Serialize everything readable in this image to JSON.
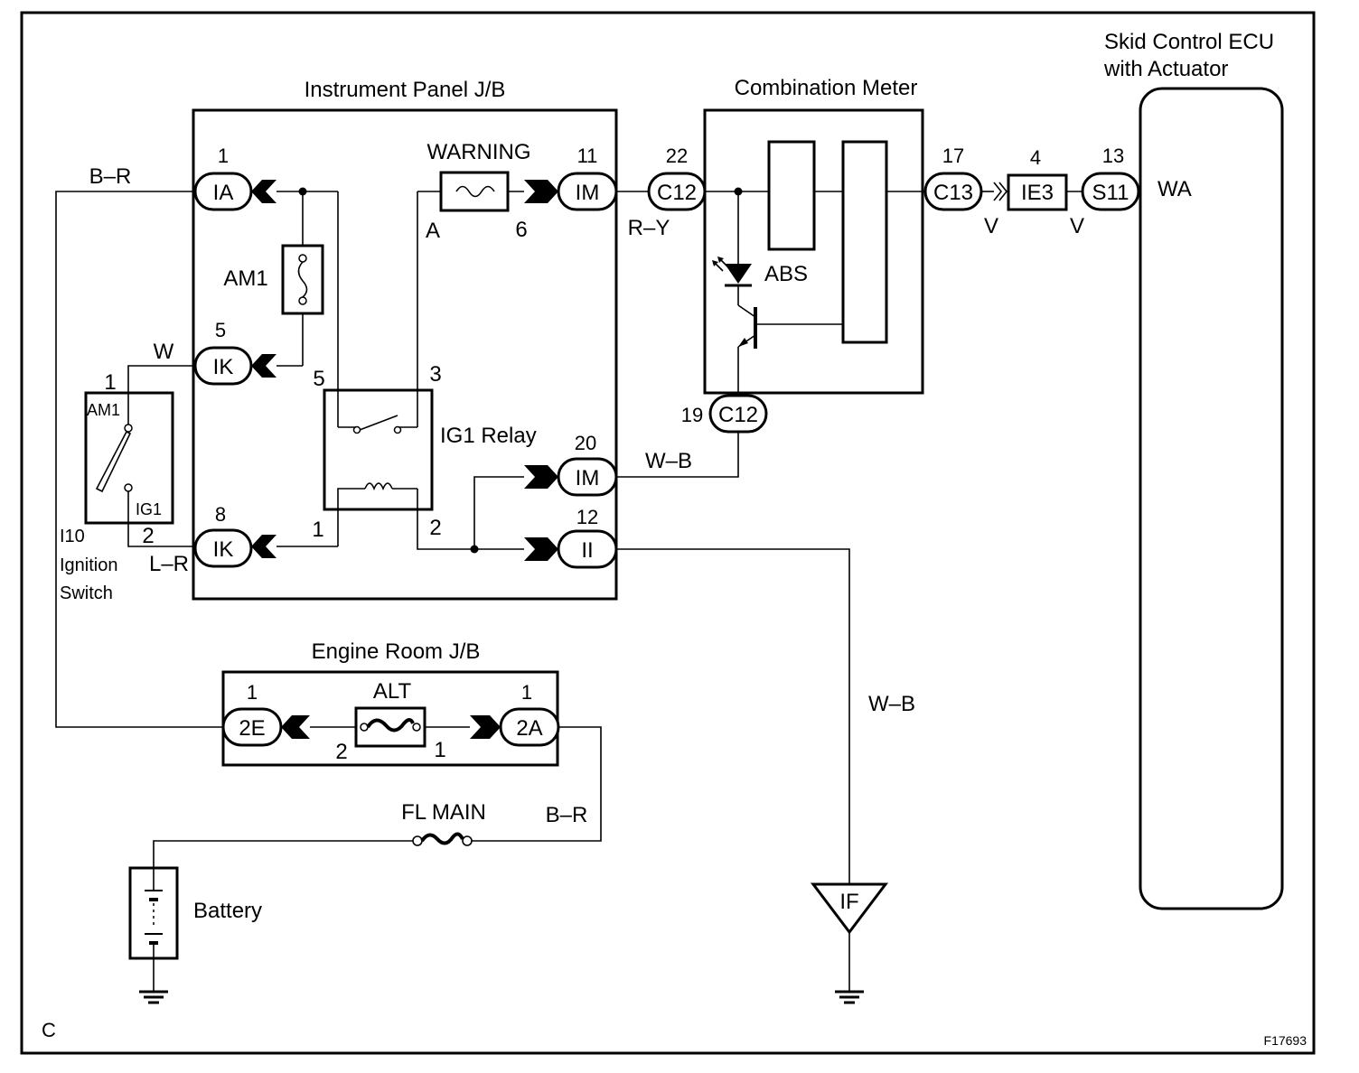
{
  "diagram": {
    "corner_code": "C",
    "figure_id": "F17693",
    "blocks": {
      "instrument_panel_jb": "Instrument Panel J/B",
      "combination_meter": "Combination Meter",
      "skid_ecu_line1": "Skid Control ECU",
      "skid_ecu_line2": "with Actuator",
      "engine_room_jb": "Engine Room J/B",
      "ignition_switch_line1": "I10",
      "ignition_switch_line2": "Ignition",
      "ignition_switch_line3": "Switch",
      "ig1_relay": "IG1 Relay",
      "battery": "Battery"
    },
    "components": {
      "fuse_warning": "WARNING",
      "fuse_am1": "AM1",
      "fuse_alt": "ALT",
      "fuse_fl_main": "FL MAIN",
      "abs_lamp": "ABS",
      "ecu_terminal": "WA",
      "ground_if": "IF",
      "switch_am1": "AM1",
      "switch_ig1": "IG1"
    },
    "connectors": [
      {
        "name": "IA",
        "pin": "1"
      },
      {
        "name": "IK",
        "pin": "5"
      },
      {
        "name": "IK",
        "pin": "8"
      },
      {
        "name": "IM",
        "pin": "11"
      },
      {
        "name": "IM",
        "pin": "20"
      },
      {
        "name": "II",
        "pin": "12"
      },
      {
        "name": "C12",
        "pin": "22"
      },
      {
        "name": "C12",
        "pin": "19"
      },
      {
        "name": "C13",
        "pin": "17"
      },
      {
        "name": "IE3",
        "pin": "4"
      },
      {
        "name": "S11",
        "pin": "13"
      },
      {
        "name": "2E",
        "pin": "1"
      },
      {
        "name": "2A",
        "pin": "1"
      }
    ],
    "pins": {
      "relay_5": "5",
      "relay_3": "3",
      "relay_1": "1",
      "relay_2": "2",
      "warning_a": "A",
      "warning_6": "6",
      "switch_1": "1",
      "switch_2": "2",
      "alt_2": "2",
      "alt_1": "1"
    },
    "wires": {
      "br_top": "B–R",
      "w_ik5": "W",
      "lr_ik8": "L–R",
      "ry": "R–Y",
      "wb_meter": "W–B",
      "v1": "V",
      "v2": "V",
      "wb_ground": "W–B",
      "br_bottom": "B–R"
    }
  }
}
